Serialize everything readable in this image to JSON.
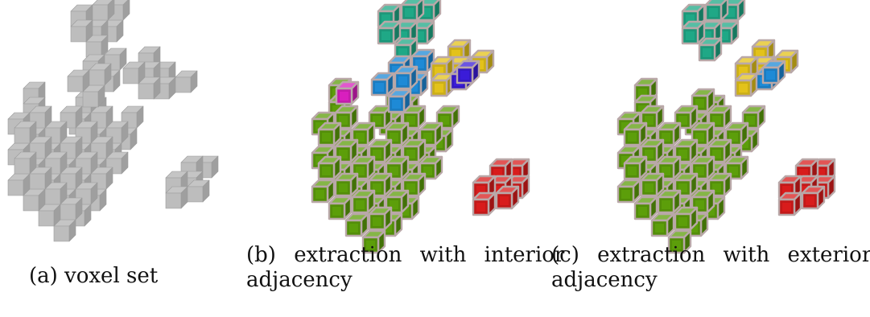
{
  "figure": {
    "panels": [
      {
        "id": "a",
        "caption_lines": [
          "(a) voxel set"
        ],
        "clusters": [
          {
            "name": "main-body",
            "color": "#bdbdbd",
            "highlight": false
          },
          {
            "name": "top-cluster",
            "color": "#bdbdbd",
            "highlight": false
          },
          {
            "name": "middle-cross",
            "color": "#bdbdbd",
            "highlight": false
          },
          {
            "name": "upper-right-cluster",
            "color": "#bdbdbd",
            "highlight": false
          },
          {
            "name": "lower-right-cluster",
            "color": "#bdbdbd",
            "highlight": false
          }
        ]
      },
      {
        "id": "b",
        "caption_lines": [
          "(b) extraction with interior",
          "adjacency"
        ],
        "clusters": [
          {
            "name": "main-body",
            "color": "#5c9e0a",
            "highlight": true
          },
          {
            "name": "top-cluster",
            "color": "#1fa886",
            "highlight": true
          },
          {
            "name": "middle-cross",
            "color": "#1e8ad6",
            "highlight": true
          },
          {
            "name": "yellow-cluster",
            "color": "#e3c21a",
            "highlight": true
          },
          {
            "name": "violet-cube",
            "color": "#3a1cd8",
            "highlight": true
          },
          {
            "name": "magenta-cube",
            "color": "#d81fbe",
            "highlight": true
          },
          {
            "name": "red-cluster",
            "color": "#d81c1c",
            "highlight": true
          }
        ]
      },
      {
        "id": "c",
        "caption_lines": [
          "(c) extraction with exterior",
          "adjacency"
        ],
        "clusters": [
          {
            "name": "main-body",
            "color": "#5c9e0a",
            "highlight": true
          },
          {
            "name": "top-cluster",
            "color": "#1fa886",
            "highlight": true
          },
          {
            "name": "yellow-cluster",
            "color": "#e3c21a",
            "highlight": true
          },
          {
            "name": "blue-cube",
            "color": "#1e8ad6",
            "highlight": true
          },
          {
            "name": "red-cluster",
            "color": "#d81c1c",
            "highlight": true
          }
        ]
      }
    ],
    "edge_color": "#b9a8a8"
  }
}
